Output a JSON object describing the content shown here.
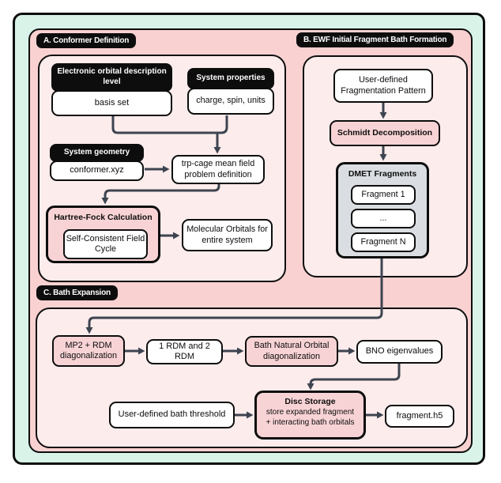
{
  "sections": {
    "a": {
      "label": "A. Conformer Definition",
      "orbital": {
        "header": "Electronic orbital description level",
        "body": "basis set"
      },
      "properties": {
        "header": "System properties",
        "body": "charge, spin, units"
      },
      "geometry": {
        "header": "System geometry",
        "body": "conformer.xyz"
      },
      "meanfield": "trp-cage mean field problem definition",
      "hf": {
        "title": "Hartree-Fock Calculation",
        "inner": "Self-Consistent Field Cycle"
      },
      "mos": "Molecular Orbitals for entire system"
    },
    "b": {
      "label": "B. EWF Initial Fragment Bath Formation",
      "fragmentation": "User-defined Fragmentation Pattern",
      "schmidt": "Schmidt Decomposition",
      "dmet": {
        "title": "DMET Fragments",
        "items": [
          "Fragment 1",
          "...",
          "Fragment N"
        ]
      }
    },
    "c": {
      "label": "C. Bath Expansion",
      "mp2": "MP2 + RDM diagonalization",
      "rdm": "1 RDM and 2 RDM",
      "bno_diag": "Bath Natural Orbital diagonalization",
      "bno_eig": "BNO eigenvalues",
      "threshold": "User-defined bath threshold",
      "disc": {
        "title": "Disc Storage",
        "line1": "store expanded fragment",
        "line2": "+ interacting bath orbitals"
      },
      "file": "fragment.h5"
    }
  },
  "colors": {
    "mint": "#d9f3e9",
    "panel-pink": "#f9d1d1",
    "container-pink": "#fdecec",
    "box-pink": "#f8d3d5",
    "gray-box": "#dadde1",
    "ink": "#0d0d0d",
    "connector": "#3d4450"
  }
}
